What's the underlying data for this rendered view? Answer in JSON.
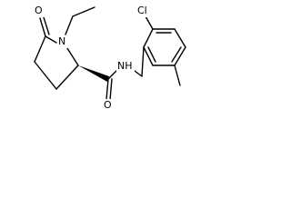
{
  "molecule": {
    "atoms": {
      "oxygen_ketone": "O",
      "nitrogen_ring": "N",
      "oxygen_amide": "O",
      "nitrogen_amide": "NH",
      "chlorine": "Cl"
    },
    "colors": {
      "bond": "#000000",
      "label": "#000000",
      "background": "#ffffff"
    }
  }
}
